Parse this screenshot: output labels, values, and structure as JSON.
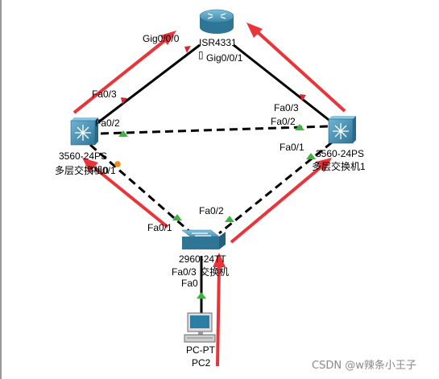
{
  "devices": {
    "router": {
      "model": "ISR4331"
    },
    "mls_left": {
      "model": "3560-24PS",
      "name": "多层交换机0"
    },
    "mls_right": {
      "model": "3560-24PS",
      "name": "多层交换机1"
    },
    "access_switch": {
      "model": "2960-24TT",
      "name": "交换机"
    },
    "pc": {
      "model": "PC-PT",
      "name": "PC2"
    }
  },
  "ports": {
    "router_left": "Gig0/0/0",
    "router_right": "Gig0/0/1",
    "mls_left_to_router": "Fa0/3",
    "mls_left_to_mls_right": "Fa0/2",
    "mls_left_to_access": "Fa0/1",
    "mls_right_to_router": "Fa0/3",
    "mls_right_to_mls_left": "Fa0/2",
    "mls_right_to_access": "Fa0/1",
    "access_to_mls_left": "Fa0/1",
    "access_to_mls_right": "Fa0/2",
    "access_to_pc": "Fa0/3",
    "pc_port": "Fa0"
  },
  "colors": {
    "link": "#000000",
    "arrow": "#e8353b",
    "port_up": "#3cb53c",
    "port_down": "#d42a35",
    "port_blocking": "#f08a1c",
    "device_fill": "#3f8fae",
    "watermark": "#8a8a8a"
  },
  "watermark": "CSDN @w辣条小王子"
}
